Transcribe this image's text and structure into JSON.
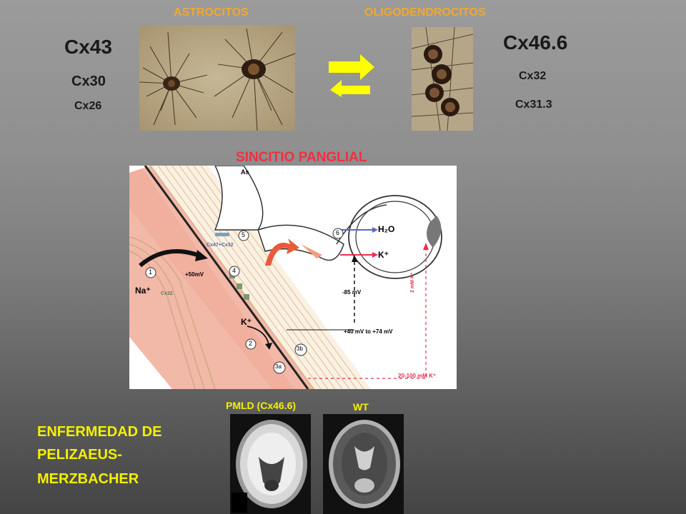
{
  "header": {
    "astro_label": "ASTROCITOS",
    "oligo_label": "OLIGODENDROCITOS"
  },
  "astro_connexins": [
    "Cx43",
    "Cx30",
    "Cx26"
  ],
  "oligo_connexins": [
    "Cx46.6",
    "Cx32",
    "Cx31.3"
  ],
  "section_title": "SINCITIO PANGLIAL",
  "diagram": {
    "as_label": "As",
    "cx47_cx32": "Cx47+Cx32",
    "cx32": "Cx32",
    "na": "Na⁺",
    "k1": "K⁺",
    "k2": "K⁺",
    "h2o": "H₂O",
    "plus50": "+50mV",
    "minus85": "-85 mV",
    "plus40": "+40 mV to +74 mV",
    "mm2": "2 mM K⁺",
    "mm20": "20-100 mM K⁺",
    "steps": [
      "1",
      "2",
      "3a",
      "3b",
      "4",
      "5",
      "6"
    ]
  },
  "mri": {
    "pmld_label": "PMLD (Cx46.6)",
    "wt_label": "WT"
  },
  "disease": {
    "line1": "ENFERMEDAD DE",
    "line2": "PELIZAEUS-",
    "line3": "MERZBACHER"
  },
  "colors": {
    "label_orange": "#f0a830",
    "title_red": "#f03040",
    "disease_yellow": "#f5f000",
    "arrow_yellow": "#ffff00"
  }
}
